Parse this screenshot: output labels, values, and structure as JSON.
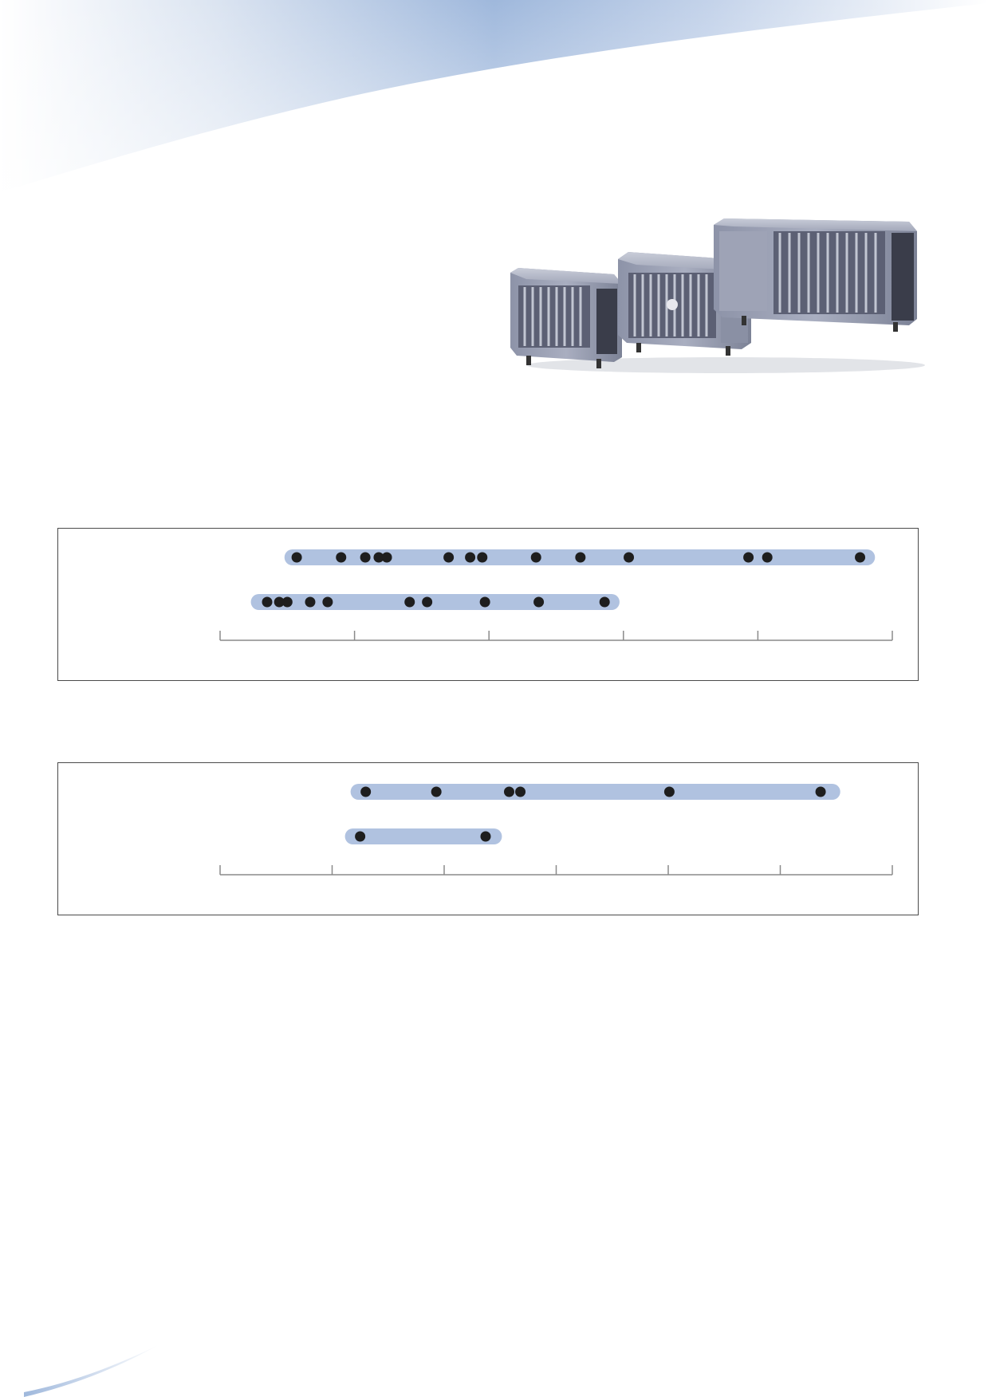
{
  "colors": {
    "range_bar": "#b0c2e0",
    "dot": "#1e1e1e",
    "axis": "#8a8a8a",
    "header_blue": "#9fb8dc",
    "panel_border": "#4a4a4a"
  },
  "product_image": {
    "icon": "condensing-units-image"
  },
  "chart_data": [
    {
      "type": "scatter",
      "xlim": [
        0,
        5
      ],
      "ticks": [
        0,
        1,
        2,
        3,
        4,
        5
      ],
      "series": [
        {
          "range": [
            0.55,
            4.8
          ],
          "points": [
            0.57,
            0.9,
            1.08,
            1.18,
            1.24,
            1.7,
            1.86,
            1.95,
            2.35,
            2.68,
            3.04,
            3.93,
            4.07,
            4.76
          ]
        },
        {
          "range": [
            0.3,
            2.9
          ],
          "points": [
            0.35,
            0.44,
            0.5,
            0.67,
            0.8,
            1.41,
            1.54,
            1.97,
            2.37,
            2.86
          ]
        }
      ]
    },
    {
      "type": "scatter",
      "xlim": [
        0,
        6
      ],
      "ticks": [
        0,
        1,
        2,
        3,
        4,
        5,
        6
      ],
      "series": [
        {
          "range": [
            1.25,
            5.45
          ],
          "points": [
            1.3,
            1.93,
            2.58,
            2.68,
            4.01,
            5.36
          ]
        },
        {
          "range": [
            1.2,
            2.43
          ],
          "points": [
            1.25,
            2.37
          ]
        }
      ]
    }
  ]
}
